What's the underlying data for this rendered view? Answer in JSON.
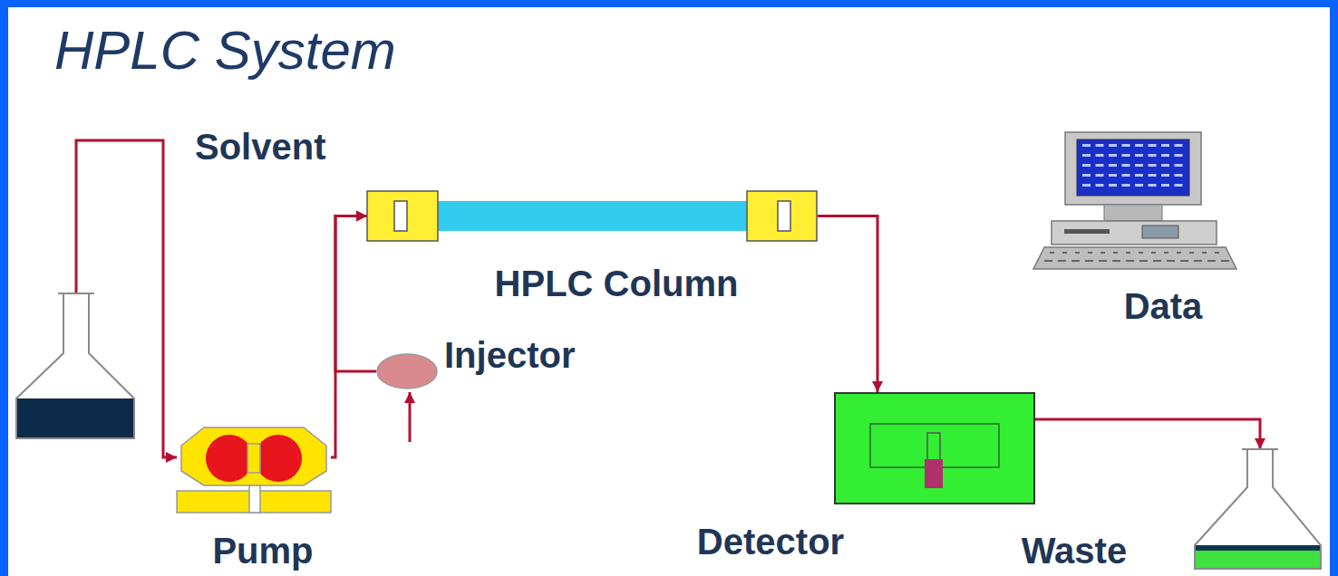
{
  "diagram": {
    "title": "HPLC System",
    "nodes": [
      {
        "text": [
          "Solvent"
        ]
      },
      {
        "text": [
          "Pump"
        ]
      },
      {
        "text": [
          "Injector"
        ]
      },
      {
        "text": [
          "HPLC Column"
        ]
      },
      {
        "text": [
          "Detector"
        ]
      },
      {
        "text": [
          "Data"
        ]
      },
      {
        "text": [
          "Waste"
        ]
      }
    ],
    "edges": [
      {
        "from": 0,
        "to": 1,
        "arrow": "to"
      },
      {
        "from": 1,
        "to": 3,
        "arrow": "to"
      },
      {
        "from": 2,
        "to": 3,
        "arrow": "to"
      },
      {
        "from": 3,
        "to": 4,
        "arrow": "to"
      },
      {
        "from": 4,
        "to": 6,
        "arrow": "to"
      }
    ]
  }
}
